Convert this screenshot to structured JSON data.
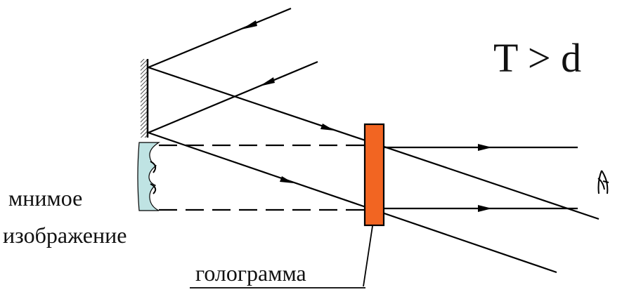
{
  "formula": {
    "text": "T > d",
    "color": "#1a22e0"
  },
  "labels": {
    "virtual_image_line1": "мнимое",
    "virtual_image_line2": "изображение",
    "hologram": "голограмма"
  },
  "colors": {
    "hologram_fill": "#f26522",
    "virtual_image_fill": "#bfe3e3",
    "line": "#000000"
  },
  "icons": {
    "object": "hatched-mirror-object",
    "observer": "eye-icon"
  }
}
